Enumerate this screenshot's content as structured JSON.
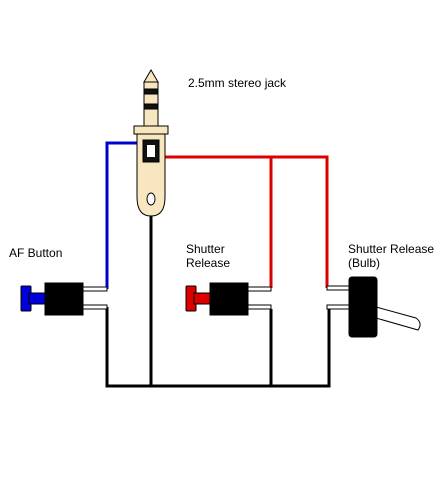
{
  "labels": {
    "jack": "2.5mm stereo jack",
    "af_button": "AF Button",
    "shutter_line1": "Shutter",
    "shutter_line2": "Release",
    "bulb_line1": "Shutter Release",
    "bulb_line2": "(Bulb)"
  },
  "colors": {
    "af_wire": "#0000cc",
    "shutter_wire": "#dd0000",
    "ground_wire": "#000000",
    "af_cap": "#0000dd",
    "shutter_cap": "#dd0000",
    "jack_body": "#f7e6c0",
    "jack_ring": "#111111"
  },
  "icons": {
    "jack": "stereo-jack-plug-icon",
    "af_switch": "push-button-switch-icon",
    "shutter_switch": "push-button-switch-icon",
    "bulb_switch": "toggle-switch-icon"
  }
}
